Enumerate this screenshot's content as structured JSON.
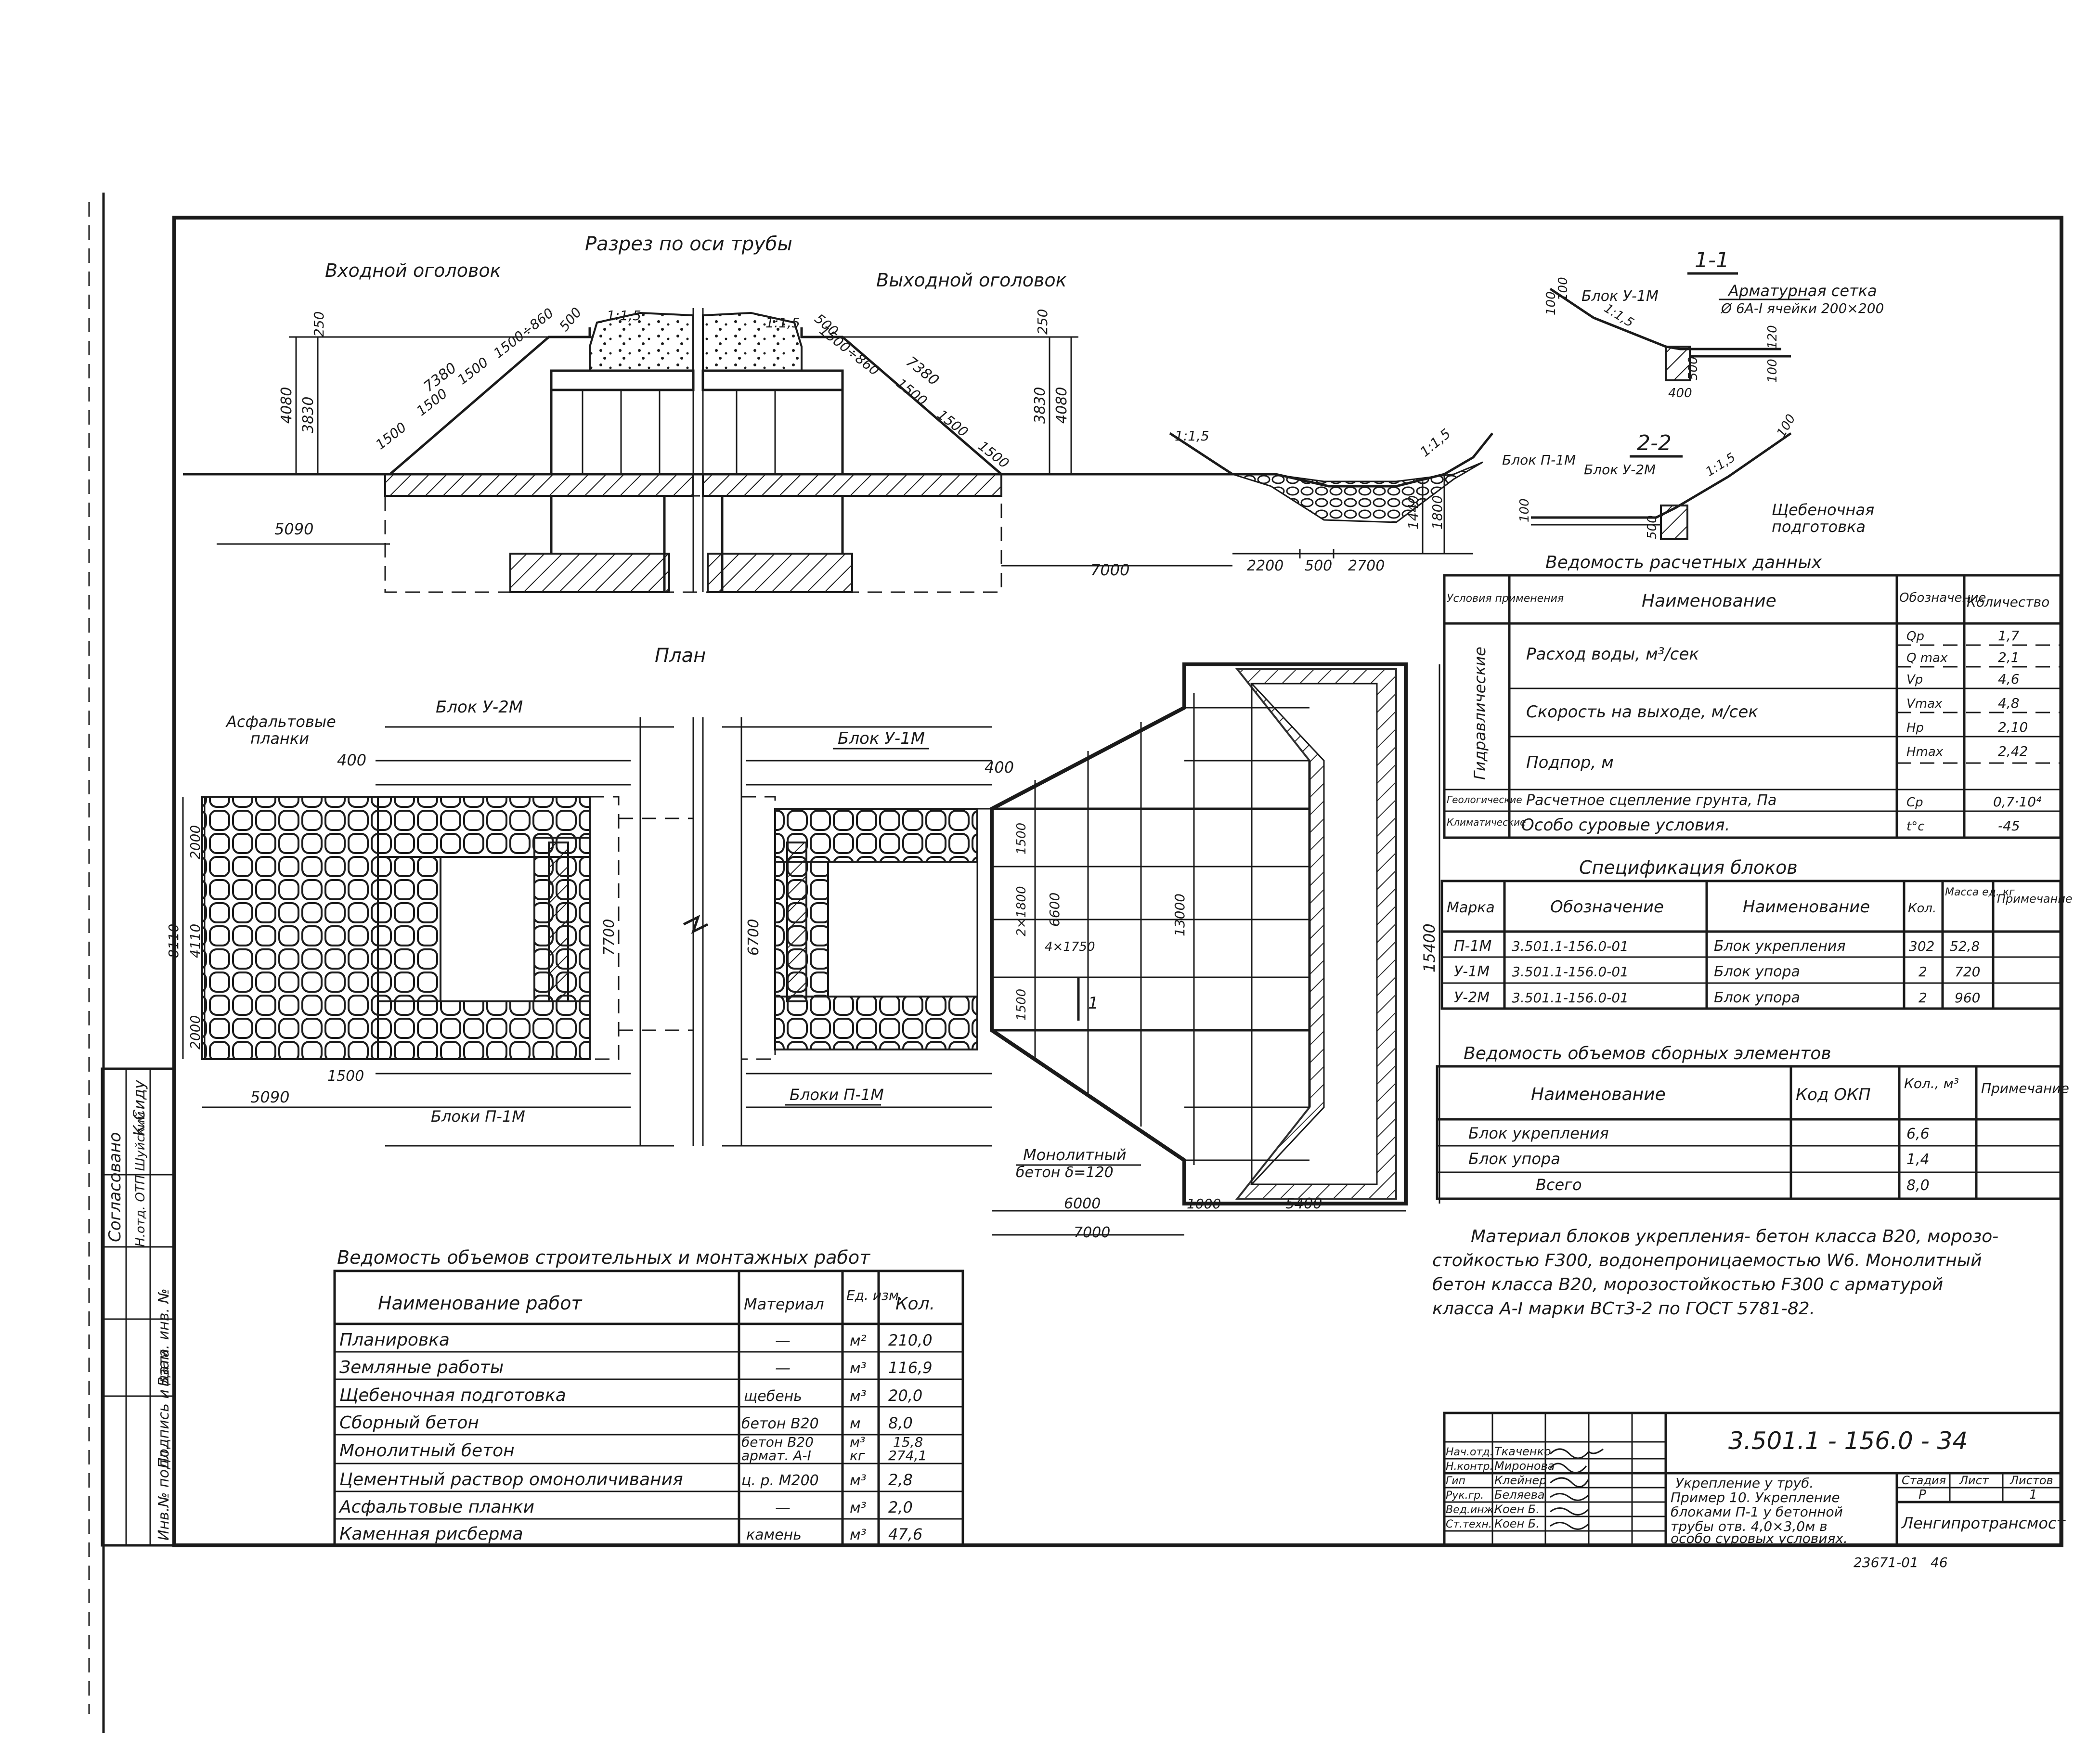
{
  "section": {
    "title": "Разрез по оси трубы",
    "inlet": "Входной оголовок",
    "outlet": "Выходной оголовок",
    "dims": {
      "h4080": "4080",
      "h3830": "3830",
      "h250": "250",
      "d1500": "1500",
      "d7380": "7380",
      "d860": "1500÷860",
      "d500": "500",
      "slope15": "1:1,5",
      "d5090": "5090",
      "d7000": "7000",
      "d2200": "2200",
      "d500b": "500",
      "d2700": "2700",
      "d1440": "1440",
      "d1800": "1800"
    }
  },
  "section11": {
    "title": "1-1",
    "block": "Блок У-1М",
    "mesh1": "Арматурная сетка",
    "mesh2": "Ø 6А-I ячейки 200×200",
    "d100": "100",
    "d120": "120",
    "d500": "500",
    "d400": "400",
    "slope": "1:1,5"
  },
  "section22": {
    "title": "2-2",
    "blockP": "Блок П-1М",
    "blockU": "Блок У-2М",
    "prep1": "Щебеночная",
    "prep2": "подготовка",
    "d100": "100",
    "d500": "500",
    "slope": "1:1,5"
  },
  "plan": {
    "title": "План",
    "asphalt1": "Асфальтовые",
    "asphalt2": "планки",
    "blockU2": "Блок У-2М",
    "blockU1": "Блок У-1М",
    "blocksP": "Блоки П-1М",
    "blocksP2": "Блоки П-1М",
    "mono1": "Монолитный",
    "mono2": "бетон δ=120",
    "dims": {
      "d400": "400",
      "d400b": "400",
      "d2000": "2000",
      "d4110": "4110",
      "d8110": "8110",
      "d2000b": "2000",
      "d5090": "5090",
      "d1500": "1500",
      "d7700": "7700",
      "d6700": "6700",
      "d1500v": "1500",
      "d2x1800": "2×1800",
      "d6600": "6600",
      "d13000": "13000",
      "d4x1750": "4×1750",
      "d1500v2": "1500",
      "d15400": "15400",
      "d6000": "6000",
      "d1000": "1000",
      "d5400": "5400",
      "d7000": "7000",
      "cut": "1"
    }
  },
  "calc_table": {
    "title": "Ведомость расчетных данных",
    "headers": [
      "Условия применения",
      "Наименование",
      "Обозначение",
      "Количество"
    ],
    "group_hydro": "Гидравлические",
    "group_geo": "Геологические",
    "group_clim": "Климатические",
    "rows": [
      {
        "name": "Расход воды, м³/сек",
        "sym": "Qp",
        "val": "1,7"
      },
      {
        "name": "",
        "sym": "Q max",
        "val": "2,1"
      },
      {
        "name": "Скорость на выходе, м/сек",
        "sym": "Vp",
        "val": "4,6"
      },
      {
        "name": "",
        "sym": "Vmax",
        "val": "4,8"
      },
      {
        "name": "Подпор, м",
        "sym": "Hp",
        "val": "2,10"
      },
      {
        "name": "",
        "sym": "Hmax",
        "val": "2,42"
      },
      {
        "name": "Расчетное сцепление грунта, Па",
        "sym": "Cp",
        "val": "0,7·10⁴"
      },
      {
        "name": "Особо суровые условия.",
        "sym": "t°c",
        "val": "-45"
      }
    ]
  },
  "spec_table": {
    "title": "Спецификация блоков",
    "headers": [
      "Марка",
      "Обозначение",
      "Наименование",
      "Кол.",
      "Масса ед. кг",
      "Примечание"
    ],
    "rows": [
      {
        "mark": "П-1М",
        "code": "3.501.1-156.0-01",
        "name": "Блок укрепления",
        "qty": "302",
        "mass": "52,8",
        "note": ""
      },
      {
        "mark": "У-1М",
        "code": "3.501.1-156.0-01",
        "name": "Блок упора",
        "qty": "2",
        "mass": "720",
        "note": ""
      },
      {
        "mark": "У-2М",
        "code": "3.501.1-156.0-01",
        "name": "Блок упора",
        "qty": "2",
        "mass": "960",
        "note": ""
      }
    ]
  },
  "prefab_table": {
    "title": "Ведомость объемов сборных элементов",
    "headers": [
      "Наименование",
      "Код ОКП",
      "Кол., м³",
      "Примечание"
    ],
    "rows": [
      {
        "name": "Блок укрепления",
        "code": "",
        "qty": "6,6",
        "note": ""
      },
      {
        "name": "Блок упора",
        "code": "",
        "qty": "1,4",
        "note": ""
      },
      {
        "name": "Всего",
        "code": "",
        "qty": "8,0",
        "note": ""
      }
    ]
  },
  "works_table": {
    "title": "Ведомость объемов строительных и монтажных работ",
    "headers": [
      "Наименование работ",
      "Материал",
      "Ед. изм.",
      "Кол."
    ],
    "rows": [
      {
        "name": "Планировка",
        "mat": "—",
        "unit": "м²",
        "qty": "210,0"
      },
      {
        "name": "Земляные работы",
        "mat": "—",
        "unit": "м³",
        "qty": "116,9"
      },
      {
        "name": "Щебеночная подготовка",
        "mat": "щебень",
        "unit": "м³",
        "qty": "20,0"
      },
      {
        "name": "Сборный бетон",
        "mat": "бетон В20",
        "unit": "м",
        "qty": "8,0"
      },
      {
        "name": "Монолитный бетон",
        "mat": "бетон В20",
        "mat2": "армат. А-I",
        "unit": "м³",
        "unit2": "кг",
        "qty": "15,8",
        "qty2": "274,1"
      },
      {
        "name": "Цементный раствор омоноличивания",
        "mat": "ц. р. М200",
        "unit": "м³",
        "qty": "2,8"
      },
      {
        "name": "Асфальтовые планки",
        "mat": "—",
        "unit": "м³",
        "qty": "2,0"
      },
      {
        "name": "Каменная рисберма",
        "mat": "камень",
        "unit": "м³",
        "qty": "47,6"
      }
    ]
  },
  "note": {
    "l1": "Материал блоков укрепления- бетон класса В20, морозо-",
    "l2": "стойкостью F300, водонепроницаемостью W6. Монолитный",
    "l3": "бетон класса В20, морозостойкостью F300 с арматурой",
    "l4": "класса А-I марки ВСт3-2 по ГОСТ 5781-82."
  },
  "stamp": {
    "code": "3.501.1 - 156.0 - 34",
    "people": [
      {
        "role": "Нач.отд.",
        "name": "Ткаченко"
      },
      {
        "role": "Н.контр.",
        "name": "Миронова"
      },
      {
        "role": "Гип",
        "name": "Клейнер"
      },
      {
        "role": "Рук.гр.",
        "name": "Беляева"
      },
      {
        "role": "Вед.инж.",
        "name": "Коен Б."
      },
      {
        "role": "Ст.техн.",
        "name": "Коен Б."
      }
    ],
    "desc1": "Укрепление у труб.",
    "desc2": "Пример 10. Укрепление",
    "desc3": "блоками П-1 у бетонной",
    "desc4": "трубы отв. 4,0×3,0м в",
    "desc5": "особо суровых условиях.",
    "stage_h": "Стадия",
    "sheet_h": "Лист",
    "sheets_h": "Листов",
    "stage": "Р",
    "sheet": "",
    "sheets": "1",
    "org": "Ленгипротрансмост",
    "archive": "23671-01",
    "page": "46"
  },
  "side": {
    "agreed": "Согласовано",
    "agreed_val": "Н.отд. ОТП Шуйский",
    "agreed_sign": "К.Сиду",
    "inv": "Инв.№ подл.",
    "sign": "Подпись и дата",
    "replace": "Взам. инв. №"
  }
}
